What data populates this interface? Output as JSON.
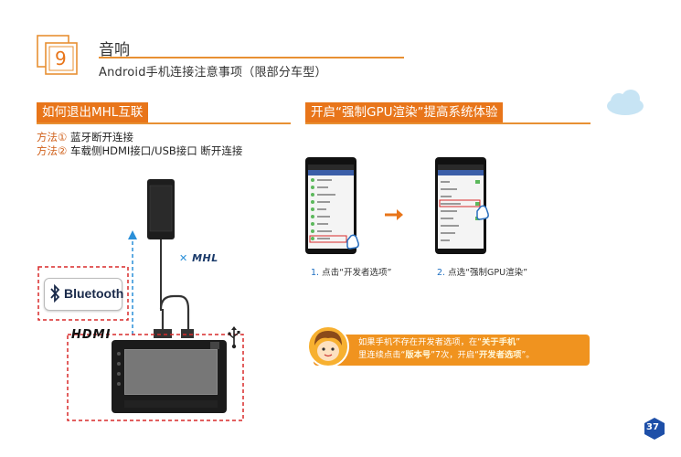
{
  "header": {
    "section_number": "9",
    "title": "音响",
    "subtitle": "Android手机连接注意事项（限部分车型）"
  },
  "left": {
    "label": "如何退出MHL互联",
    "methods": [
      {
        "tag": "方法①",
        "text": "蓝牙断开连接"
      },
      {
        "tag": "方法②",
        "text": "车载侧HDMI接口/USB接口 断开连接"
      }
    ],
    "bluetooth_label": "Bluetooth",
    "mhl_label": "MHL",
    "hdmi_label": "HDMI"
  },
  "right": {
    "label": "开启“强制GPU渲染”提高系统体验",
    "steps": [
      {
        "num": "1.",
        "text": "点击“开发者选项”"
      },
      {
        "num": "2.",
        "text": "点选“强制GPU渲染”"
      }
    ],
    "note_line1_a": "如果手机不存在开发者选项，在“",
    "note_line1_b": "关于手机",
    "note_line1_c": "”",
    "note_line2_a": "里连续点击“",
    "note_line2_b": "版本号",
    "note_line2_c": "”7次，开启“",
    "note_line2_d": "开发者选项",
    "note_line2_e": "”。"
  },
  "page_number": "37",
  "colors": {
    "accent": "#e8751a",
    "orange_note": "#f0931f",
    "dashed_red": "#d82a2a",
    "blue_arrow": "#2a8fd8"
  },
  "icons": [
    "section-number-icon",
    "cloud-icon",
    "bluetooth-icon",
    "usb-icon",
    "arrow-right-icon",
    "avatar-icon",
    "page-number-icon"
  ]
}
